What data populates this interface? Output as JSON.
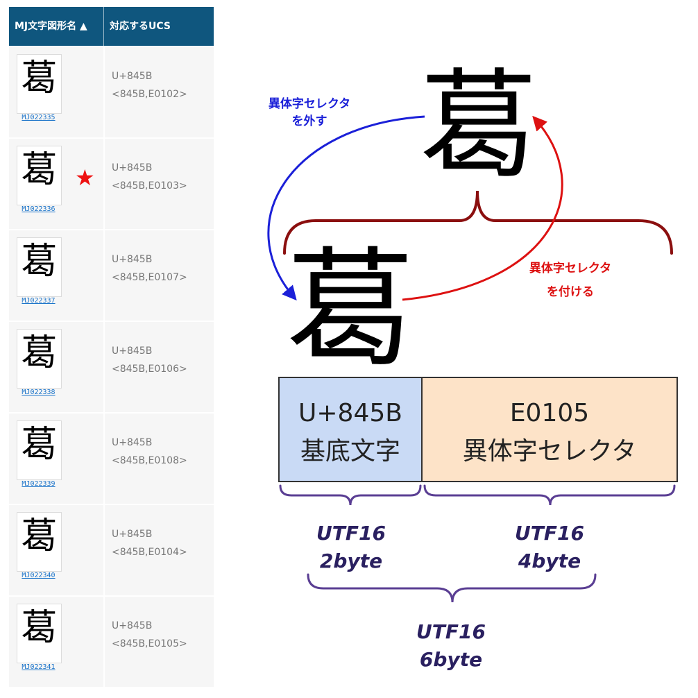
{
  "table": {
    "headers": {
      "glyph_name": "MJ文字図形名 ▲",
      "ucs": "対応するUCS"
    },
    "rows": [
      {
        "glyph": "葛",
        "id": "MJ022335",
        "ucs": "U+845B",
        "ivs": "<845B,E0102>",
        "starred": false
      },
      {
        "glyph": "葛",
        "id": "MJ022336",
        "ucs": "U+845B",
        "ivs": "<845B,E0103>",
        "starred": true
      },
      {
        "glyph": "葛",
        "id": "MJ022337",
        "ucs": "U+845B",
        "ivs": "<845B,E0107>",
        "starred": false
      },
      {
        "glyph": "葛",
        "id": "MJ022338",
        "ucs": "U+845B",
        "ivs": "<845B,E0106>",
        "starred": false
      },
      {
        "glyph": "葛",
        "id": "MJ022339",
        "ucs": "U+845B",
        "ivs": "<845B,E0108>",
        "starred": false
      },
      {
        "glyph": "葛",
        "id": "MJ022340",
        "ucs": "U+845B",
        "ivs": "<845B,E0104>",
        "starred": false
      },
      {
        "glyph": "葛",
        "id": "MJ022341",
        "ucs": "U+845B",
        "ivs": "<845B,E0105>",
        "starred": false
      }
    ],
    "star_icon": "★"
  },
  "diagram": {
    "top_glyph": "葛",
    "bottom_glyph": "葛",
    "remove_selector_label": [
      "異体字セレクタ",
      "を外す"
    ],
    "add_selector_label": [
      "異体字セレクタ",
      "を付ける"
    ],
    "base_box": {
      "code": "U+845B",
      "name": "基底文字"
    },
    "selector_box": {
      "code": "E0105",
      "name": "異体字セレクタ"
    },
    "utf_base": [
      "UTF16",
      "2byte"
    ],
    "utf_selector": [
      "UTF16",
      "4byte"
    ],
    "utf_total": [
      "UTF16",
      "6byte"
    ]
  },
  "colors": {
    "header_bg": "#0f567e",
    "row_bg": "#f6f6f6",
    "link": "#1a73c9",
    "star": "#ee1111",
    "arrow_blue": "#1b20d8",
    "arrow_red": "#dd1111",
    "brace_dark_red": "#8b0f0f",
    "brace_purple": "#5a3e93",
    "base_box_fill": "#c9daf5",
    "selector_box_fill": "#fde3c8",
    "utf_text": "#2a2060"
  }
}
